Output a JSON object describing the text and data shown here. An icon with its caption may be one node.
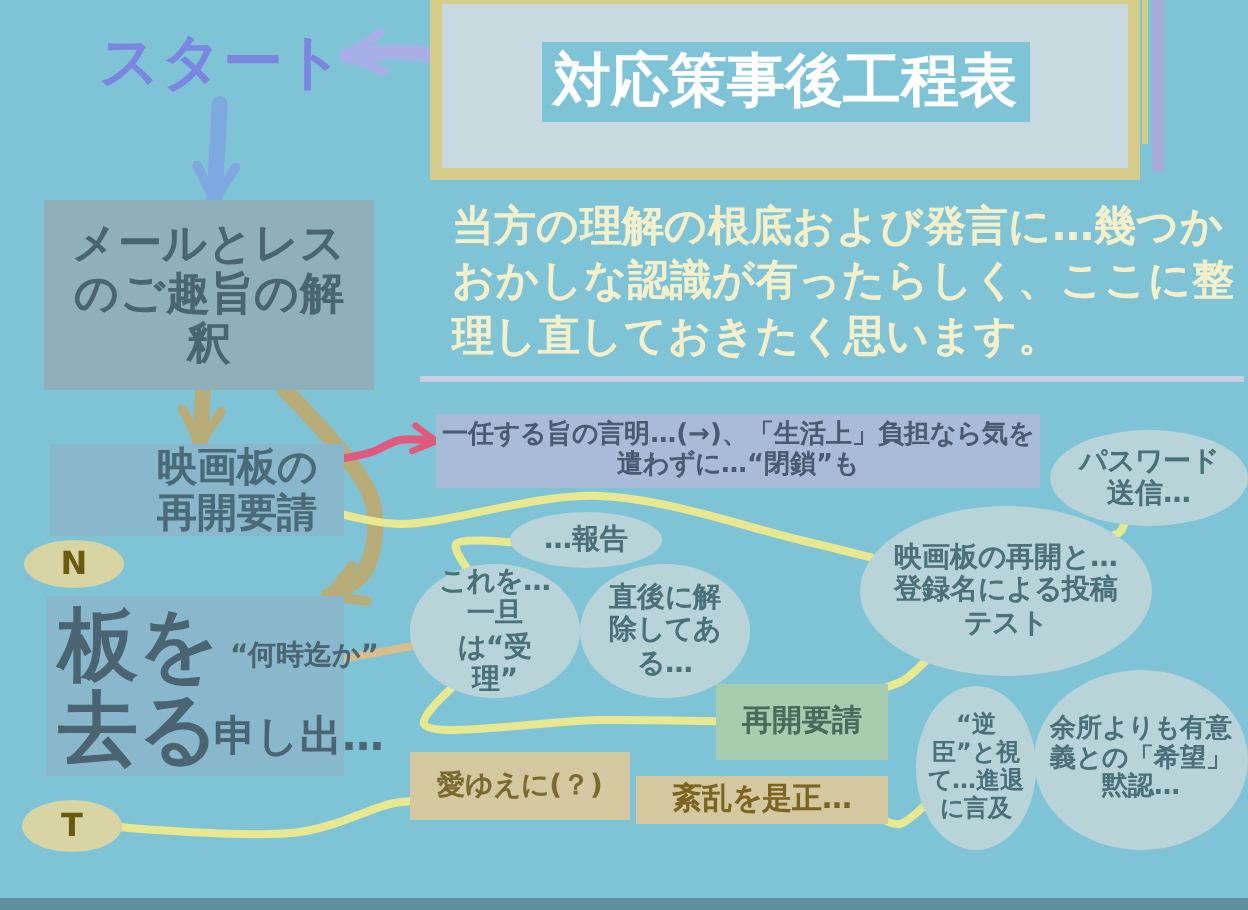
{
  "diagram": {
    "title": "対応策事後工程表",
    "nodes": [
      {
        "text": [],
        "shape": "box"
      },
      {
        "text": [
          "スタート"
        ]
      },
      {
        "text": [
          "メールとレスのご趣旨の解釈"
        ]
      },
      {
        "text": [
          "映画板の再開要請"
        ]
      },
      {
        "text": [
          "N"
        ]
      },
      {
        "text": [
          "板を去る",
          "“何時迄か”",
          "申し出…"
        ]
      },
      {
        "text": [
          "T"
        ]
      },
      {
        "text": [
          "一任する旨の言明…(→)、「生活上」負担なら気を遣わずに…“閉鎖”も"
        ]
      },
      {
        "text": [
          "パスワード送信…"
        ]
      },
      {
        "text": [
          "…報告"
        ]
      },
      {
        "text": [
          "これを…一旦は“受理”"
        ]
      },
      {
        "text": [
          "直後に解除してある…"
        ]
      },
      {
        "text": [
          "映画板の再開と…登録名による投稿テスト"
        ]
      },
      {
        "text": [
          "再開要請"
        ]
      },
      {
        "text": [
          "愛ゆえに(？)"
        ]
      },
      {
        "text": [
          "紊乱を是正…"
        ]
      },
      {
        "text": [
          "“逆臣”と視て…進退に言及"
        ]
      },
      {
        "text": [
          "余所よりも有意義との「希望」黙認…"
        ]
      }
    ],
    "edges": [
      {
        "from": 0,
        "to": 1,
        "arrow": "to",
        "style": "thick",
        "color": "#a8aee6"
      },
      {
        "from": 1,
        "to": 2,
        "arrow": "to",
        "style": "thick",
        "color": "#7ea8e0"
      },
      {
        "from": 2,
        "to": 3,
        "arrow": "to",
        "style": "thick",
        "color": "#b8ad78"
      },
      {
        "from": 2,
        "to": 5,
        "arrow": "to",
        "style": "thick",
        "color": "#b8ad78"
      },
      {
        "from": 3,
        "to": 7,
        "arrow": "to",
        "color": "#e05a80"
      },
      {
        "from": 3,
        "to": 12,
        "arrow": "none"
      },
      {
        "from": 12,
        "to": 8,
        "arrow": "none"
      },
      {
        "from": 5,
        "to": 10,
        "arrow": "none",
        "color": "#d8bc8c"
      },
      {
        "from": 10,
        "to": 9,
        "arrow": "none"
      },
      {
        "from": 10,
        "to": 13,
        "arrow": "none"
      },
      {
        "from": 13,
        "to": 12,
        "arrow": "none"
      },
      {
        "from": 6,
        "to": 14,
        "arrow": "none"
      },
      {
        "from": 15,
        "to": 16,
        "arrow": "none"
      }
    ],
    "labels": [
      "当方の理解の根底および発言に…幾つかおかしな認識が有ったらしく、ここに整理し直しておきたく思います。"
    ]
  }
}
